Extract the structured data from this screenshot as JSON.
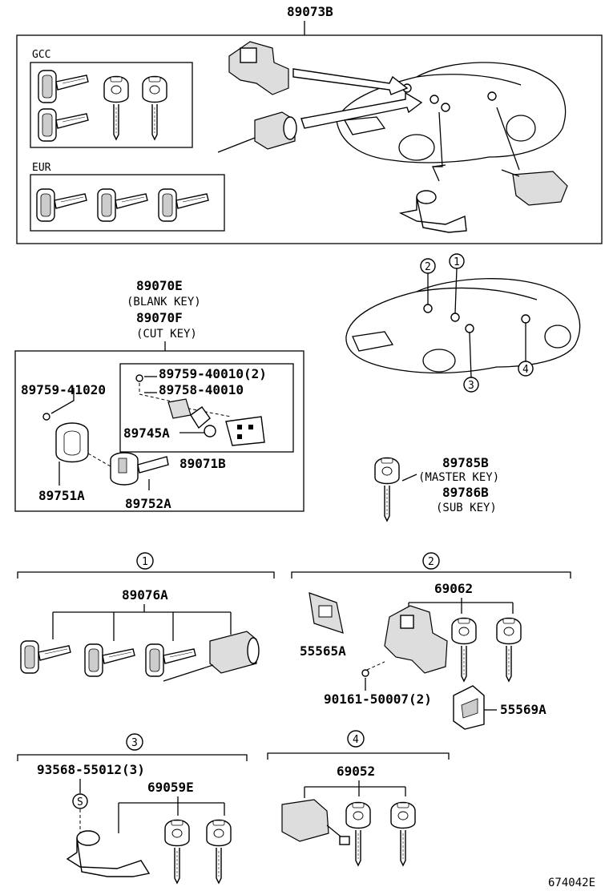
{
  "diagram": {
    "set_label": "89073B",
    "region_gcc": "GCC",
    "region_eur": "EUR",
    "blank_cut": {
      "blank_part": "89070E",
      "blank_note": "(BLANK KEY)",
      "cut_part": "89070F",
      "cut_note": "(CUT KEY)"
    },
    "transponder": {
      "screw_a": "89759-41020",
      "screw_b": "89759-40010(2)",
      "case": "89758-40010",
      "battery": "89745A",
      "module": "89071B",
      "cover": "89751A",
      "key": "89752A"
    },
    "master_sub": {
      "master_part": "89785B",
      "master_note": "(MASTER KEY)",
      "sub_part": "89786B",
      "sub_note": "(SUB KEY)"
    },
    "callouts": [
      "1",
      "2",
      "3",
      "4"
    ],
    "group1": {
      "number": "1",
      "part": "89076A"
    },
    "group2": {
      "number": "2",
      "part": "69062",
      "bracket": "55565A",
      "screw": "90161-50007(2)",
      "cover": "55569A"
    },
    "group3": {
      "number": "3",
      "screw": "93568-55012(3)",
      "screw_symbol": "S",
      "part": "69059E"
    },
    "group4": {
      "number": "4",
      "part": "69052"
    },
    "footer_code": "674042E"
  }
}
